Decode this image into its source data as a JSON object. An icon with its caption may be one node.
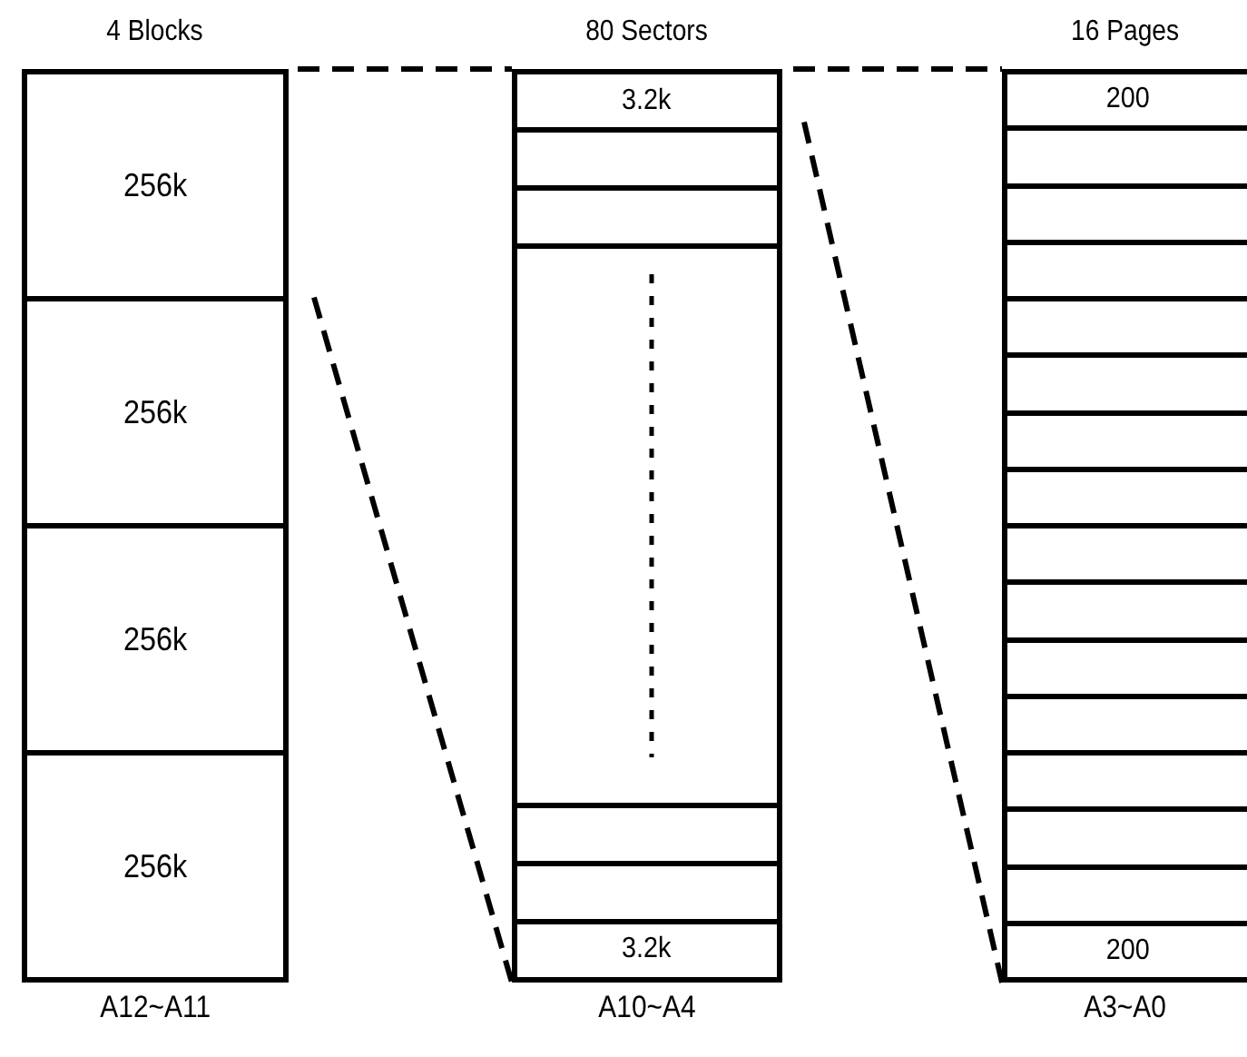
{
  "diagram": {
    "nodes": [
      {
        "text": [
          "4 Blocks"
        ],
        "beside": [
          "A12~A11"
        ]
      },
      {
        "text": [
          "256k"
        ],
        "in": 0
      },
      {
        "text": [
          "256k"
        ],
        "in": 0
      },
      {
        "text": [
          "256k"
        ],
        "in": 0
      },
      {
        "text": [
          "256k"
        ],
        "in": 0
      },
      {
        "text": [
          "80 Sectors"
        ],
        "beside": [
          "A10~A4"
        ]
      },
      {
        "text": [
          "3.2k"
        ],
        "in": 5
      },
      {
        "text": [],
        "shape": "box",
        "in": 5
      },
      {
        "text": [],
        "shape": "box",
        "in": 5
      },
      {
        "text": [],
        "shape": "box",
        "in": 5
      },
      {
        "text": [],
        "shape": "box",
        "in": 5
      },
      {
        "text": [],
        "shape": "box",
        "in": 5
      },
      {
        "text": [
          "3.2k"
        ],
        "in": 5
      },
      {
        "text": [
          "16 Pages"
        ],
        "beside": [
          "A3~A0"
        ]
      },
      {
        "text": [
          "200"
        ],
        "in": 13
      },
      {
        "text": [],
        "shape": "box",
        "in": 13
      },
      {
        "text": [],
        "shape": "box",
        "in": 13
      },
      {
        "text": [],
        "shape": "box",
        "in": 13
      },
      {
        "text": [],
        "shape": "box",
        "in": 13
      },
      {
        "text": [],
        "shape": "box",
        "in": 13
      },
      {
        "text": [],
        "shape": "box",
        "in": 13
      },
      {
        "text": [],
        "shape": "box",
        "in": 13
      },
      {
        "text": [],
        "shape": "box",
        "in": 13
      },
      {
        "text": [],
        "shape": "box",
        "in": 13
      },
      {
        "text": [],
        "shape": "box",
        "in": 13
      },
      {
        "text": [],
        "shape": "box",
        "in": 13
      },
      {
        "text": [],
        "shape": "box",
        "in": 13
      },
      {
        "text": [],
        "shape": "box",
        "in": 13
      },
      {
        "text": [],
        "shape": "box",
        "in": 13
      },
      {
        "text": [
          "200"
        ],
        "in": 13
      }
    ],
    "edges": [
      {
        "from": 0,
        "to": 5,
        "arrow": "none",
        "style": "dashed"
      },
      {
        "from": 0,
        "to": 5,
        "arrow": "none",
        "style": "dashed"
      },
      {
        "from": 5,
        "to": 13,
        "arrow": "none",
        "style": "dashed"
      },
      {
        "from": 5,
        "to": 13,
        "arrow": "none",
        "style": "dashed"
      }
    ]
  }
}
